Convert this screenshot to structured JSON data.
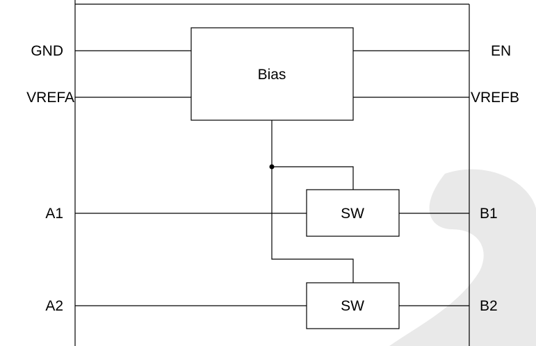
{
  "colors": {
    "line": "#000000",
    "watermark": "#e9e9e9"
  },
  "blocks": {
    "bias": "Bias",
    "switch_1": "SW",
    "switch_2": "SW"
  },
  "pins": {
    "left": {
      "gnd": "GND",
      "vrefa": "VREFA",
      "a1": "A1",
      "a2": "A2"
    },
    "right": {
      "en": "EN",
      "vrefb": "VREFB",
      "b1": "B1",
      "b2": "B2"
    }
  }
}
